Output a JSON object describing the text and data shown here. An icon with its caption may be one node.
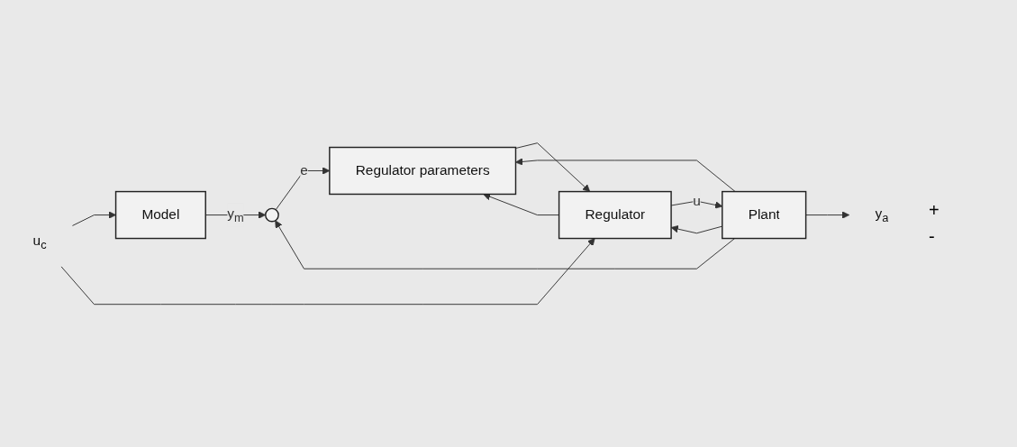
{
  "diagram": {
    "nodes": [
      {
        "text": [
          "Model"
        ]
      },
      {
        "text": [
          "Regulator parameters"
        ]
      },
      {
        "text": [],
        "shape": "circle"
      },
      {
        "text": [
          "Regulator"
        ]
      },
      {
        "text": [
          "Plant"
        ]
      },
      {
        "text": [
          "u$_{c}$"
        ]
      },
      {
        "text": [
          "y$_{a}$"
        ]
      }
    ],
    "edges": [
      {
        "from": 5,
        "to": 0,
        "arrow": "to"
      },
      {
        "from": 5,
        "to": 3,
        "arrow": "to"
      },
      {
        "from": 0,
        "to": 2,
        "arrow": "to",
        "label": "y$_{m}$"
      },
      {
        "from": 2,
        "to": 1,
        "arrow": "to",
        "label": "e"
      },
      {
        "from": 1,
        "to": 3,
        "arrow": "to"
      },
      {
        "from": 3,
        "to": 4,
        "arrow": "to",
        "label": "u"
      },
      {
        "from": 3,
        "to": 1,
        "arrow": "to"
      },
      {
        "from": 4,
        "to": 6,
        "arrow": "to"
      },
      {
        "from": 4,
        "to": 2,
        "arrow": "to"
      },
      {
        "from": 4,
        "to": 1,
        "arrow": "to"
      },
      {
        "from": 4,
        "to": 3,
        "arrow": "to"
      }
    ],
    "labels": [
      "+",
      "-"
    ]
  }
}
